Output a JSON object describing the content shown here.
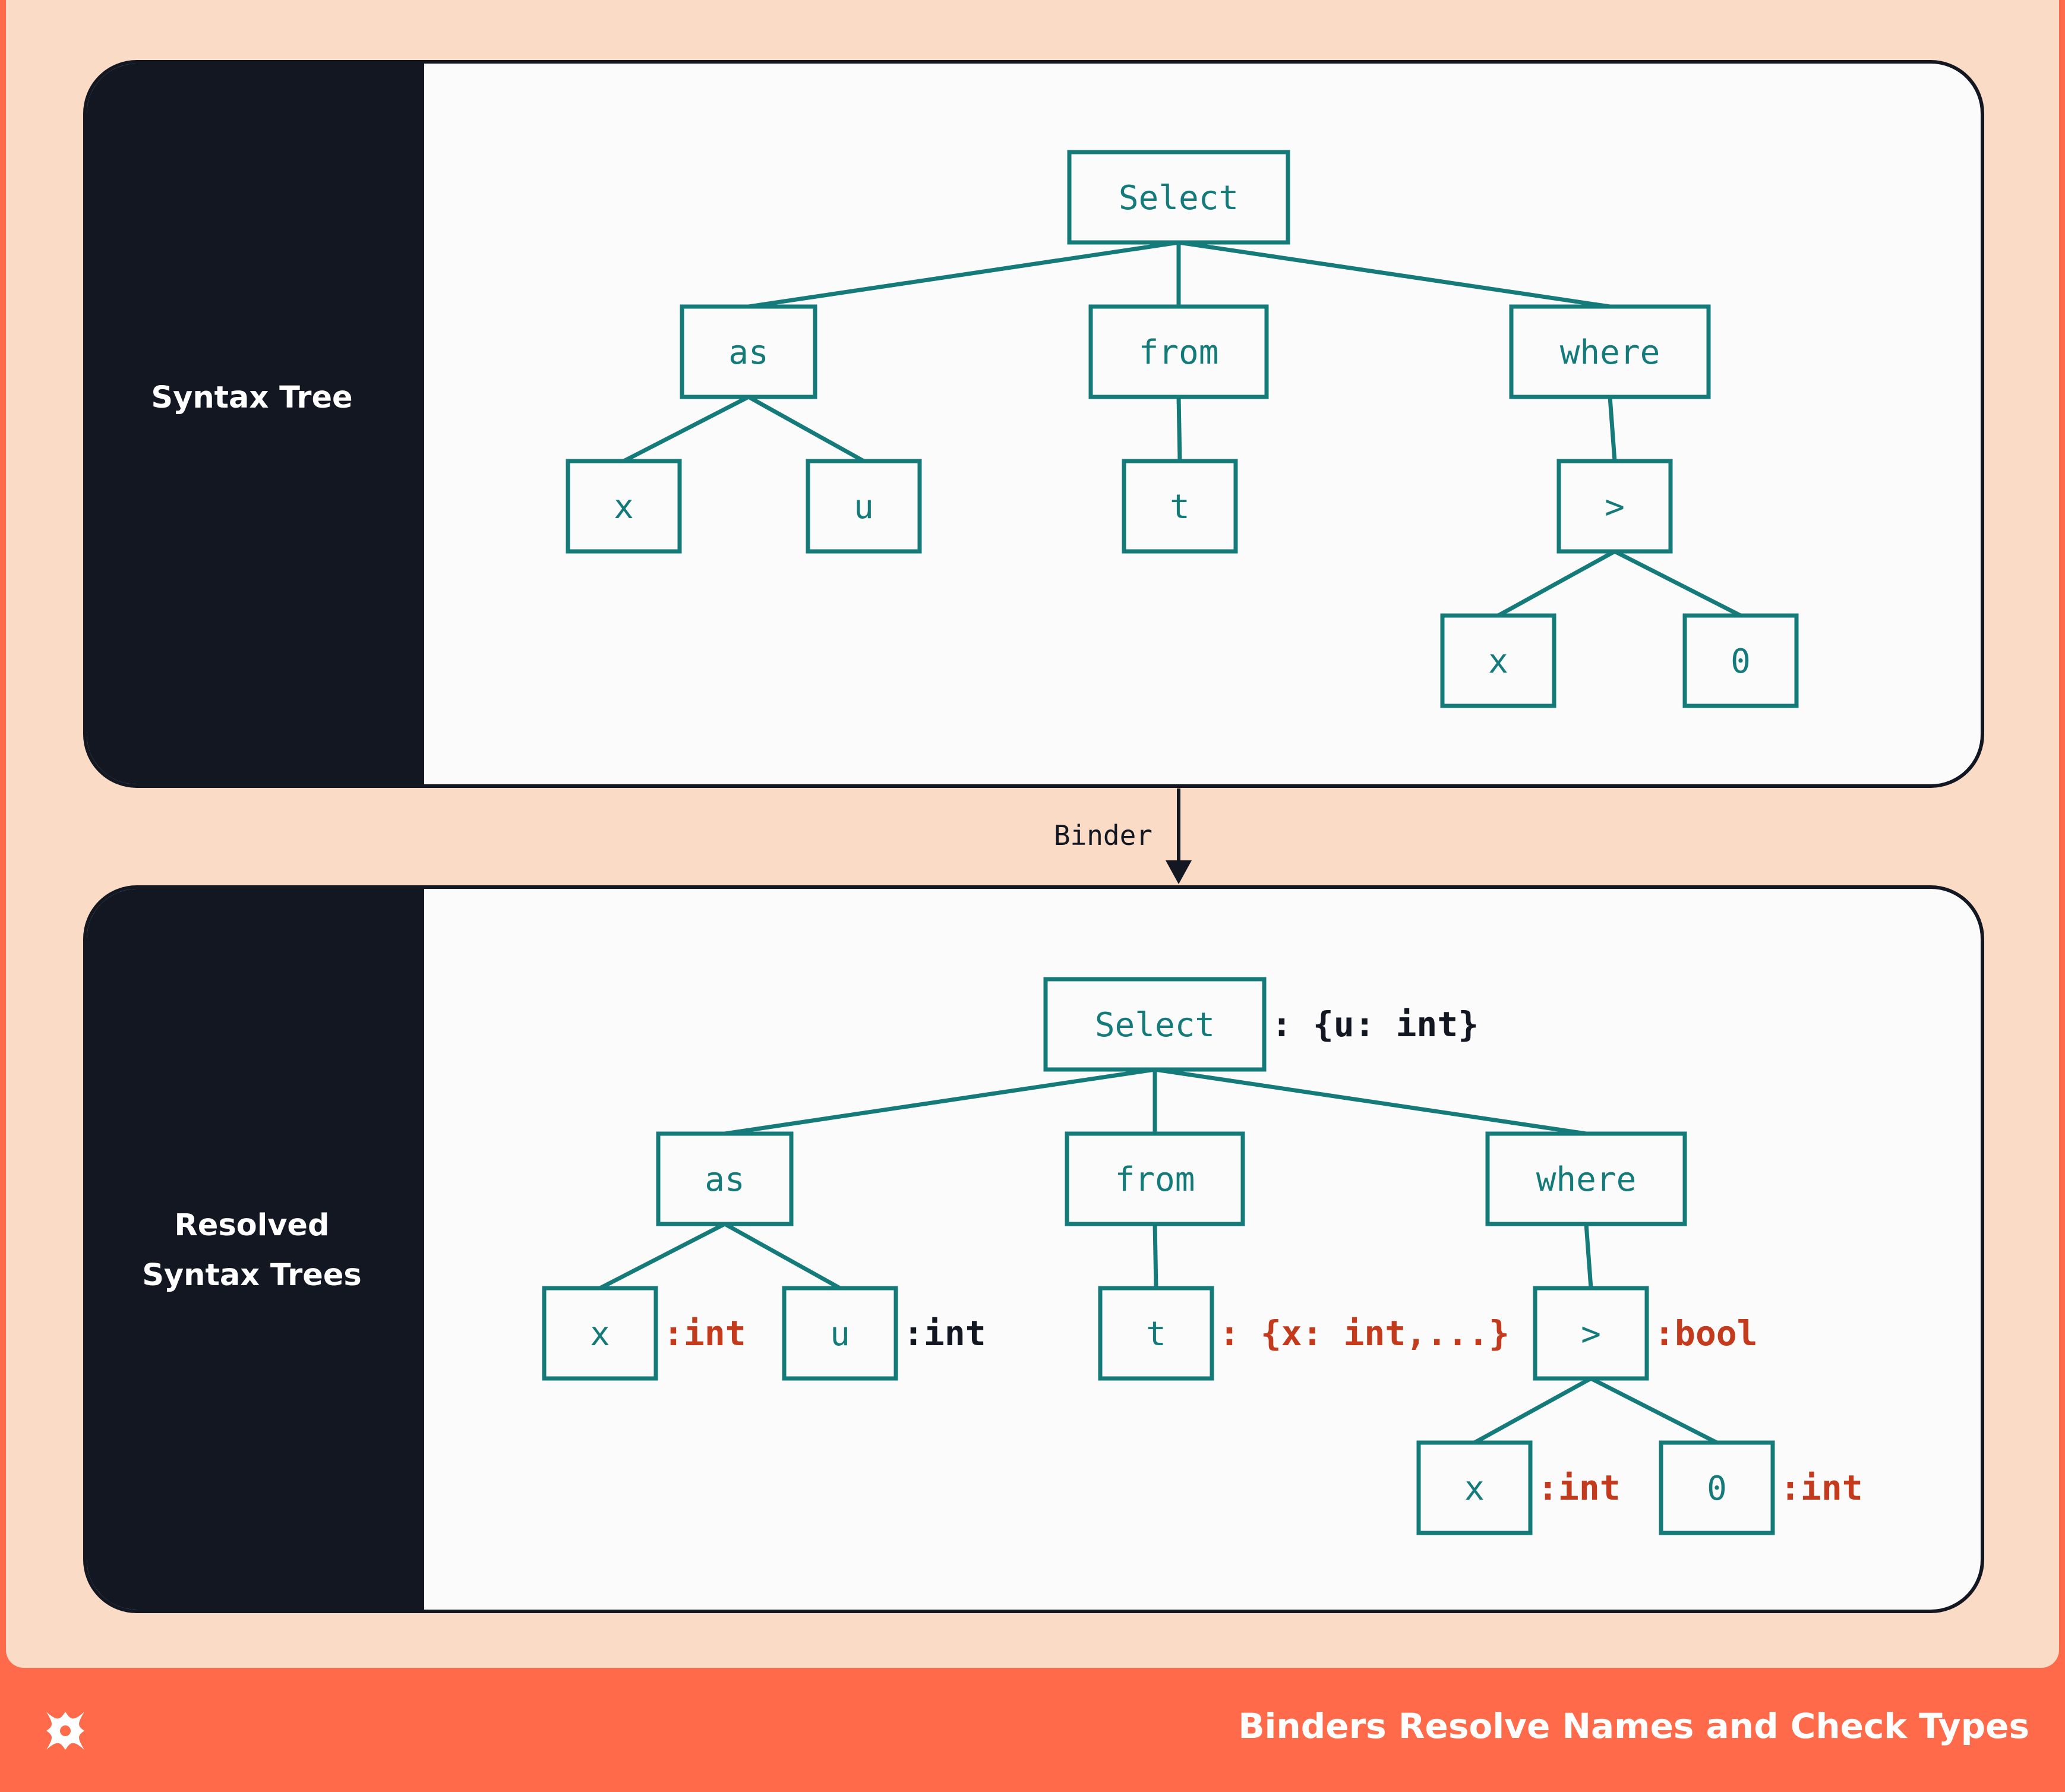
{
  "footer": {
    "title": "Binders Resolve Names and Check Types"
  },
  "connector": {
    "label": "Binder"
  },
  "colors": {
    "background": "#ff6b4a",
    "frame": "#f9dbc6",
    "panel": "#fbfbfb",
    "dark": "#131722",
    "node": "#147a7a",
    "type_red": "#c43a1c",
    "type_dark": "#131722"
  },
  "panels": [
    {
      "label": [
        "Syntax Tree"
      ],
      "nodes": [
        {
          "text": "Select"
        },
        {
          "text": "as"
        },
        {
          "text": "from"
        },
        {
          "text": "where"
        },
        {
          "text": "x"
        },
        {
          "text": "u"
        },
        {
          "text": "t"
        },
        {
          "text": ">"
        },
        {
          "text": "x"
        },
        {
          "text": "0"
        }
      ],
      "annotations": []
    },
    {
      "label": [
        "Resolved",
        "Syntax Trees"
      ],
      "nodes": [
        {
          "text": "Select"
        },
        {
          "text": "as"
        },
        {
          "text": "from"
        },
        {
          "text": "where"
        },
        {
          "text": "x"
        },
        {
          "text": "u"
        },
        {
          "text": "t"
        },
        {
          "text": ">"
        },
        {
          "text": "x"
        },
        {
          "text": "0"
        }
      ],
      "annotations": [
        {
          "node": 0,
          "text": ": {u: int}",
          "color": "dark"
        },
        {
          "node": 4,
          "text": ":int",
          "color": "red"
        },
        {
          "node": 5,
          "text": ":int",
          "color": "dark"
        },
        {
          "node": 6,
          "text": ": {x: int,...}",
          "color": "red"
        },
        {
          "node": 7,
          "text": ":bool",
          "color": "red"
        },
        {
          "node": 8,
          "text": ":int",
          "color": "red"
        },
        {
          "node": 9,
          "text": ":int",
          "color": "red"
        }
      ]
    }
  ]
}
